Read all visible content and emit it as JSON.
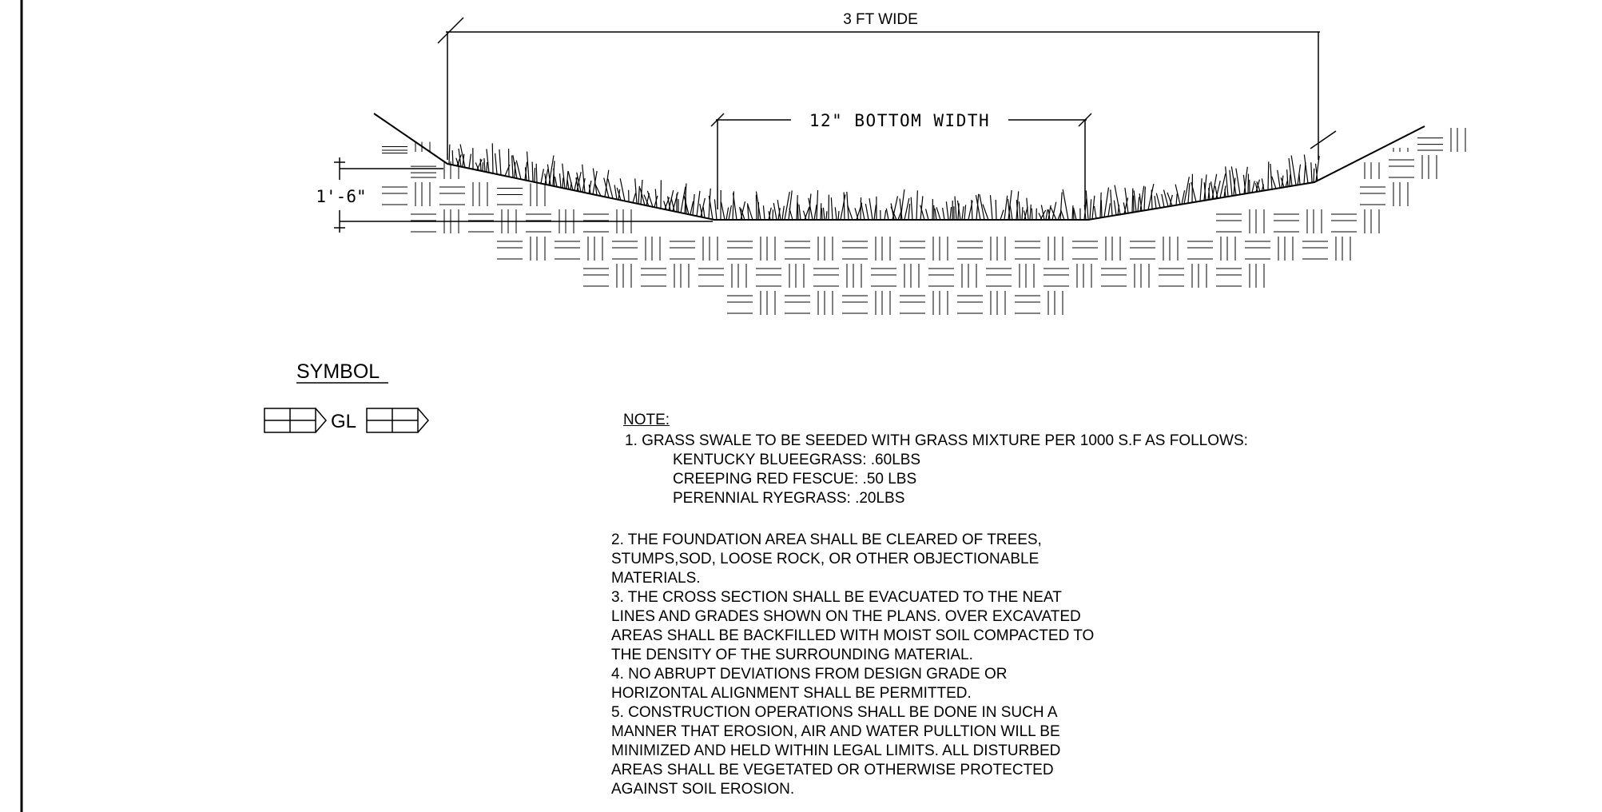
{
  "dimensions": {
    "top_width": "3 FT WIDE",
    "bottom_width": "12\" BOTTOM WIDTH",
    "depth": "1'-6\""
  },
  "symbol": {
    "title": "SYMBOL",
    "label": "GL"
  },
  "note": {
    "heading": "NOTE:",
    "item1": "1. GRASS SWALE TO BE SEEDED WITH GRASS MIXTURE PER 1000 S.F AS FOLLOWS:",
    "mix": [
      "KENTUCKY BLUEEGRASS: .60LBS",
      "CREEPING RED FESCUE: .50 LBS",
      "PERENNIAL RYEGRASS: .20LBS"
    ],
    "lines": [
      "2.  THE FOUNDATION AREA SHALL BE CLEARED OF TREES,",
      "STUMPS,SOD, LOOSE ROCK, OR OTHER OBJECTIONABLE",
      "MATERIALS.",
      "3.  THE CROSS SECTION SHALL BE EVACUATED TO THE NEAT",
      "LINES AND GRADES SHOWN ON THE PLANS. OVER EXCAVATED",
      "AREAS SHALL BE BACKFILLED WITH MOIST SOIL COMPACTED TO",
      "THE DENSITY OF THE SURROUNDING MATERIAL.",
      "4.  NO ABRUPT DEVIATIONS FROM DESIGN GRADE OR",
      "HORIZONTAL ALIGNMENT SHALL BE PERMITTED.",
      "5.  CONSTRUCTION OPERATIONS SHALL BE DONE IN SUCH A",
      "MANNER THAT EROSION, AIR AND WATER PULLTION WILL BE",
      "MINIMIZED AND HELD WITHIN LEGAL LIMITS. ALL DISTURBED",
      "AREAS SHALL BE VEGETATED OR OTHERWISE PROTECTED",
      "AGAINST SOIL EROSION."
    ]
  }
}
